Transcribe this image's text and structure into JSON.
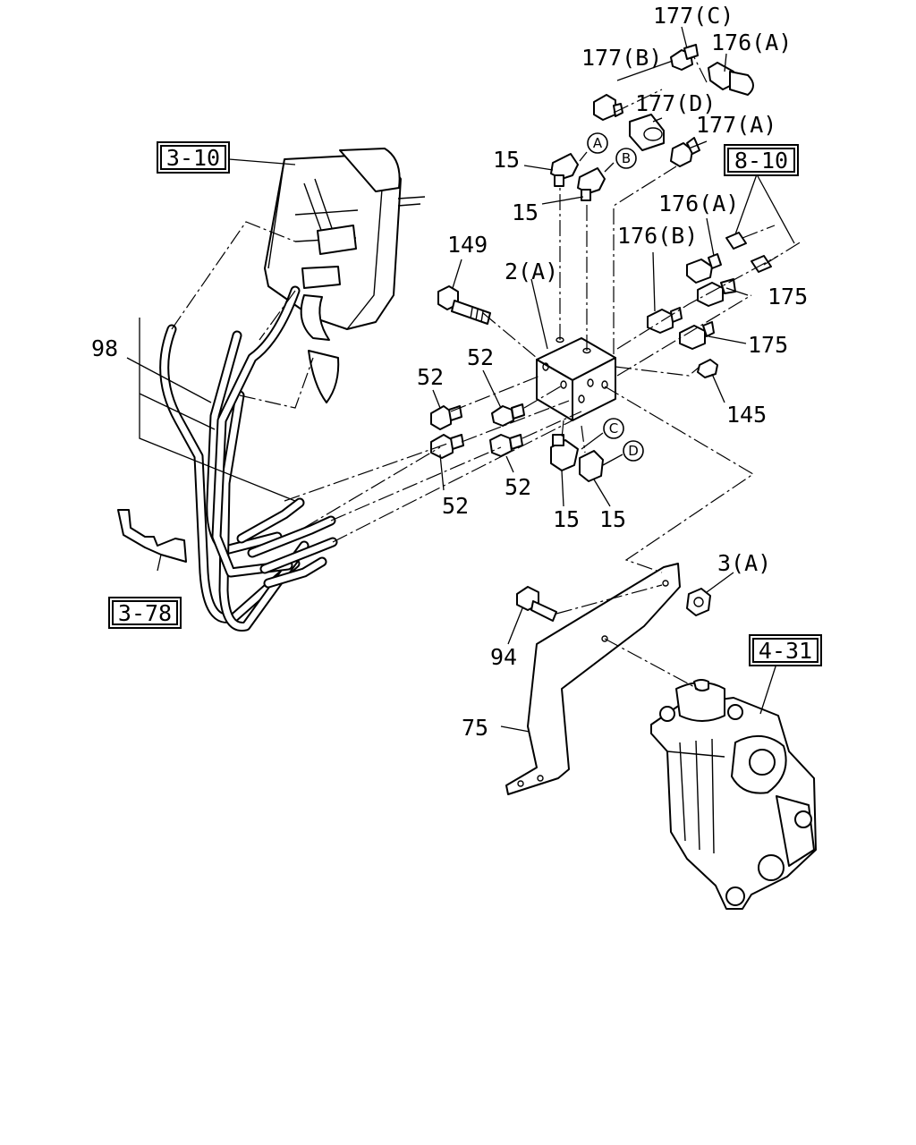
{
  "diagram": {
    "ref_boxes": {
      "r310": "3-10",
      "r810": "8-10",
      "r378": "3-78",
      "r431": "4-31"
    },
    "circle_markers": {
      "a": "A",
      "b": "B",
      "c": "C",
      "d": "D"
    },
    "labels": {
      "l177c": "177(C)",
      "l176a_top": "176(A)",
      "l177b": "177(B)",
      "l177d": "177(D)",
      "l177a": "177(A)",
      "l15_a": "15",
      "l15_b": "15",
      "l176a_mid": "176(A)",
      "l176b": "176(B)",
      "l149": "149",
      "l2a": "2(A)",
      "l175_a": "175",
      "l175_b": "175",
      "l98": "98",
      "l52_a": "52",
      "l52_b": "52",
      "l145": "145",
      "l52_c": "52",
      "l52_d": "52",
      "l15_c": "15",
      "l15_d": "15",
      "l3a": "3(A)",
      "l94": "94",
      "l75": "75"
    }
  }
}
